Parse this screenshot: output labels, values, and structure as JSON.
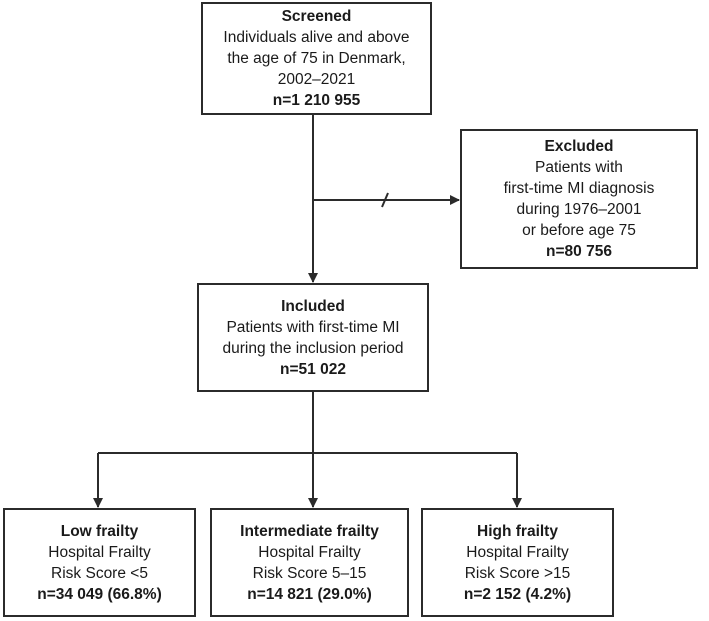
{
  "screened": {
    "title": "Screened",
    "line1": "Individuals alive and above",
    "line2": "the age of 75 in Denmark,",
    "line3": "2002–2021",
    "count": "n=1 210 955"
  },
  "excluded": {
    "title": "Excluded",
    "line1": "Patients with",
    "line2": "first-time MI diagnosis",
    "line3": "during 1976–2001",
    "line4": "or before age 75",
    "count": "n=80 756"
  },
  "included": {
    "title": "Included",
    "line1": "Patients with first-time MI",
    "line2": "during the inclusion period",
    "count": "n=51 022"
  },
  "low": {
    "title": "Low frailty",
    "line1": "Hospital Frailty",
    "line2": "Risk Score <5",
    "count": "n=34 049 (66.8%)"
  },
  "intermediate": {
    "title": "Intermediate frailty",
    "line1": "Hospital Frailty",
    "line2": "Risk Score 5–15",
    "count": "n=14 821 (29.0%)"
  },
  "high": {
    "title": "High frailty",
    "line1": "Hospital Frailty",
    "line2": "Risk Score >15",
    "count": "n=2 152 (4.2%)"
  }
}
